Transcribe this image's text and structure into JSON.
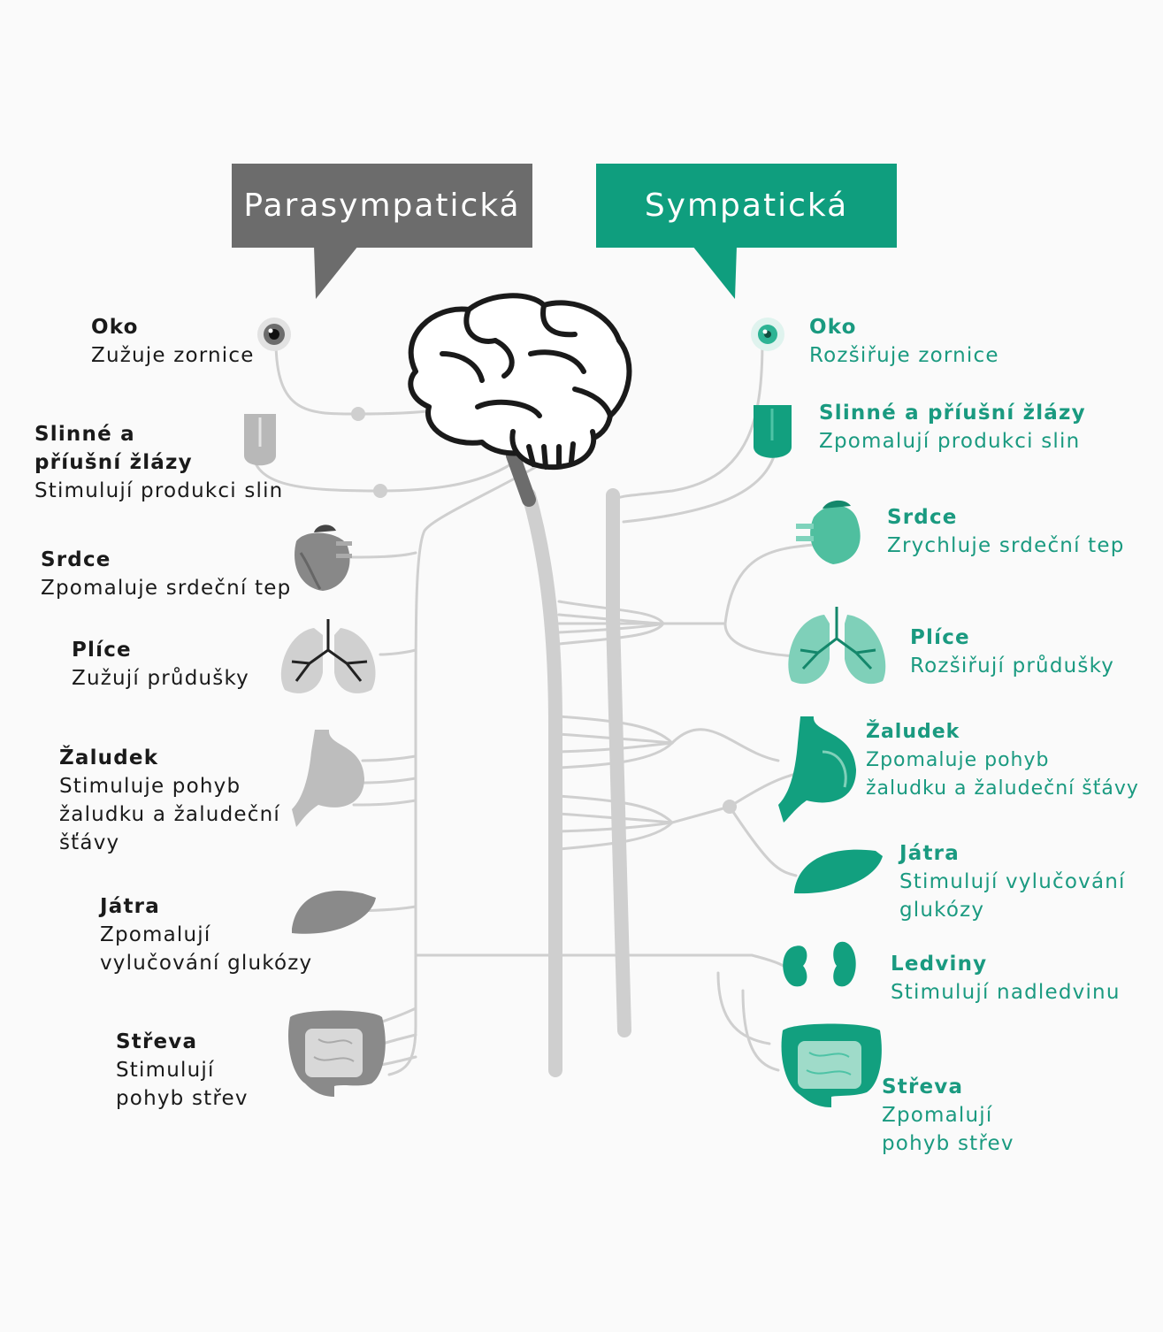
{
  "headers": {
    "parasympathetic": "Parasympatická",
    "sympathetic": "Sympatická"
  },
  "colors": {
    "parasympathetic": "#6c6c6c",
    "sympathetic": "#0f9e7e",
    "nerve": "#cfcfcf",
    "label_sympathetic": "#1a9a80"
  },
  "parasympathetic": {
    "eye": {
      "title": "Oko",
      "desc": "Zužuje zornice"
    },
    "glands": {
      "title": "Slinné a\npříušní žlázy",
      "desc": "Stimulují produkci slin"
    },
    "heart": {
      "title": "Srdce",
      "desc": "Zpomaluje srdeční tep"
    },
    "lungs": {
      "title": "Plíce",
      "desc": "Zužují průdušky"
    },
    "stomach": {
      "title": "Žaludek",
      "desc": "Stimuluje pohyb\nžaludku a žaludeční\nšťávy"
    },
    "liver": {
      "title": "Játra",
      "desc": "Zpomalují\nvylučování glukózy"
    },
    "intestines": {
      "title": "Střeva",
      "desc": "Stimulují\npohyb střev"
    }
  },
  "sympathetic": {
    "eye": {
      "title": "Oko",
      "desc": "Rozšiřuje zornice"
    },
    "glands": {
      "title": "Slinné a příušní žlázy",
      "desc": "Zpomalují produkci slin"
    },
    "heart": {
      "title": "Srdce",
      "desc": "Zrychluje srdeční tep"
    },
    "lungs": {
      "title": "Plíce",
      "desc": "Rozšiřují průdušky"
    },
    "stomach": {
      "title": "Žaludek",
      "desc": "Zpomaluje pohyb\nžaludku a žaludeční šťávy"
    },
    "liver": {
      "title": "Játra",
      "desc": "Stimulují vylučování\nglukózy"
    },
    "kidneys": {
      "title": "Ledviny",
      "desc": "Stimulují nadledvinu"
    },
    "intestines": {
      "title": "Střeva",
      "desc": "Zpomalují\npohyb střev"
    }
  }
}
